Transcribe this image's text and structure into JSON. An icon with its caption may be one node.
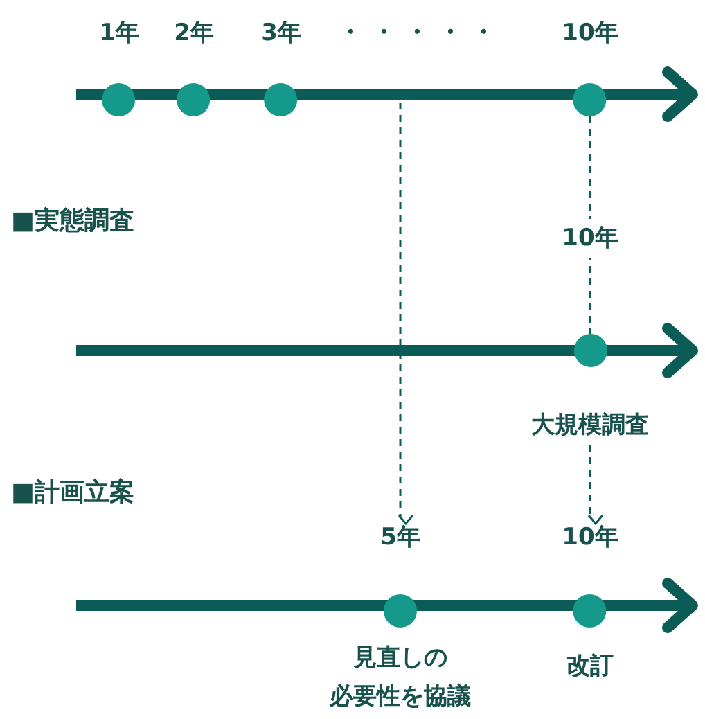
{
  "diagram": {
    "nodes": [
      {
        "text": [],
        "shape": "circle",
        "beside": [
          "1年"
        ]
      },
      {
        "text": [],
        "shape": "circle",
        "beside": [
          "2年"
        ]
      },
      {
        "text": [],
        "shape": "circle",
        "beside": [
          "3年"
        ]
      },
      {
        "text": [],
        "shape": "circle",
        "beside": [
          "10年"
        ]
      },
      {
        "text": [],
        "shape": "circle",
        "beside": [
          "大規模調査"
        ]
      },
      {
        "text": [],
        "shape": "circle",
        "beside": [
          "5年",
          "見直しの必要性を協議"
        ]
      },
      {
        "text": [],
        "shape": "circle",
        "beside": [
          "10年",
          "改訂"
        ]
      }
    ],
    "edges": [
      {
        "from": 3,
        "to": 4,
        "arrow": "none",
        "style": "dashed",
        "label": "10年"
      },
      {
        "from": 4,
        "to": 6,
        "arrow": "to",
        "style": "dashed"
      },
      {
        "from": null,
        "to": 5,
        "arrow": "to",
        "style": "dashed"
      }
    ],
    "labels": [
      "・・・・・",
      "■実態調査",
      "■計画立案"
    ]
  }
}
